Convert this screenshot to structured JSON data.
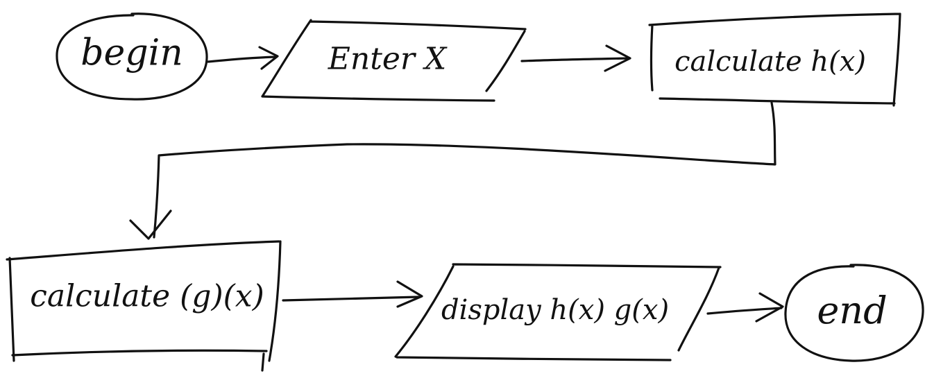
{
  "diagram": {
    "nodes": [
      {
        "id": "begin",
        "shape": "ellipse",
        "label": "begin"
      },
      {
        "id": "enter-x",
        "shape": "parallelogram",
        "label": "Enter X"
      },
      {
        "id": "calc-h",
        "shape": "rectangle",
        "label": "calculate h(x)"
      },
      {
        "id": "calc-g",
        "shape": "rectangle",
        "label": "calculate (g)(x)"
      },
      {
        "id": "display",
        "shape": "parallelogram",
        "label": "display h(x) g(x)"
      },
      {
        "id": "end",
        "shape": "ellipse",
        "label": "end"
      }
    ],
    "edges": [
      {
        "from": "begin",
        "to": "enter-x"
      },
      {
        "from": "enter-x",
        "to": "calc-h"
      },
      {
        "from": "calc-h",
        "to": "calc-g"
      },
      {
        "from": "calc-g",
        "to": "display"
      },
      {
        "from": "display",
        "to": "end"
      }
    ],
    "colors": {
      "ink": "#111111",
      "background": "#ffffff"
    }
  }
}
